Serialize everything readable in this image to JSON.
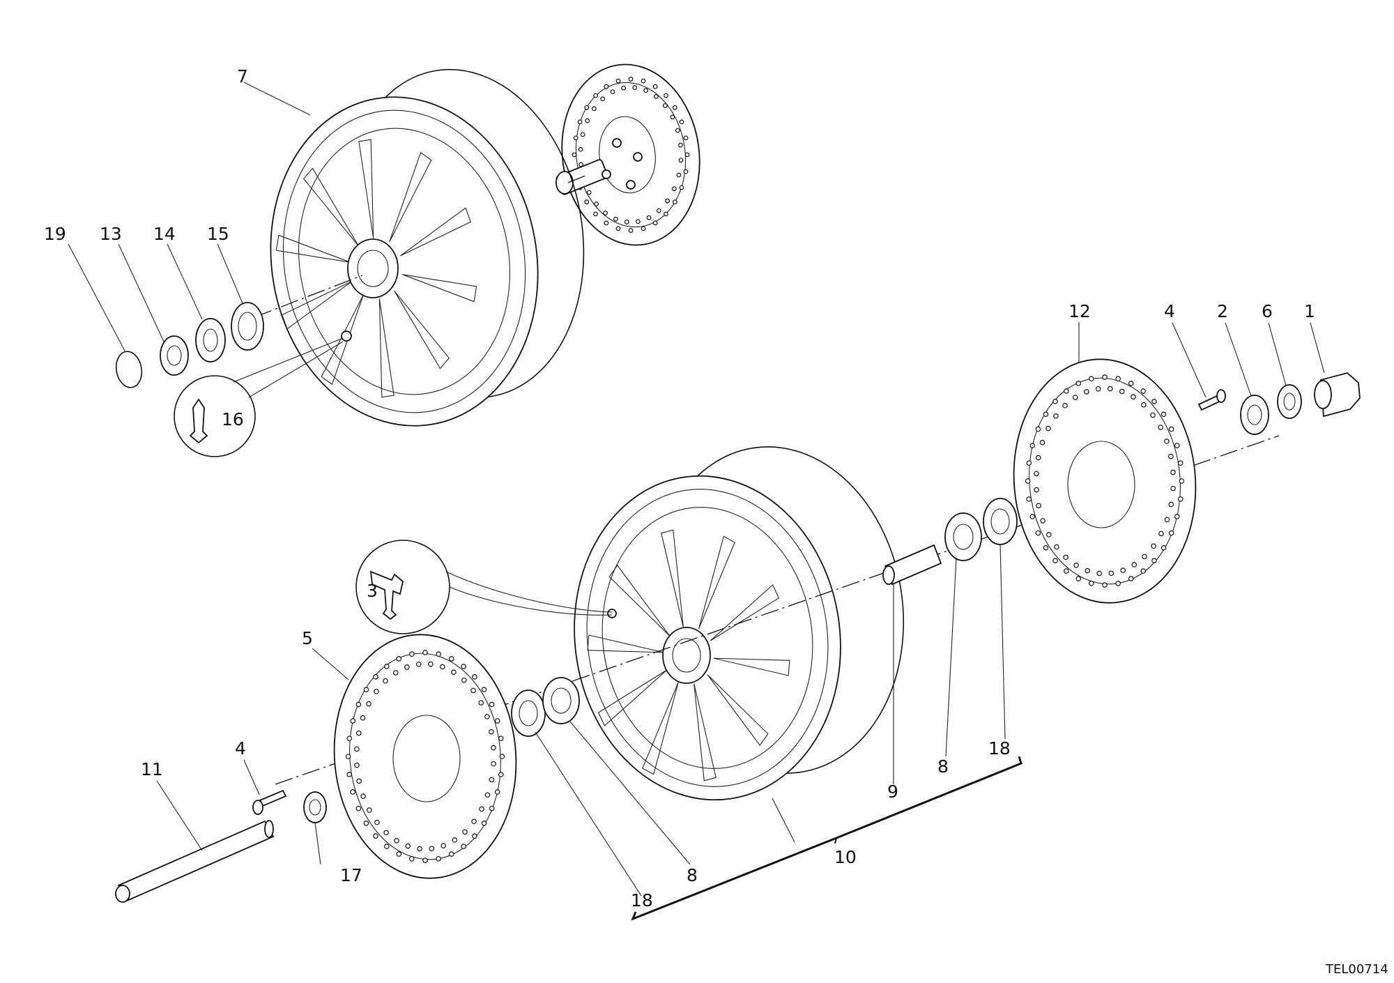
{
  "diagram": {
    "code": "TEL00714",
    "labels": {
      "p1": "1",
      "p2": "2",
      "p3": "3",
      "p4a": "4",
      "p4b": "4",
      "p5": "5",
      "p6": "6",
      "p7": "7",
      "p8a": "8",
      "p8b": "8",
      "p9": "9",
      "p10": "10",
      "p11": "11",
      "p12": "12",
      "p13": "13",
      "p14": "14",
      "p15": "15",
      "p16": "16",
      "p17": "17",
      "p18a": "18",
      "p18b": "18",
      "p19": "19"
    }
  }
}
